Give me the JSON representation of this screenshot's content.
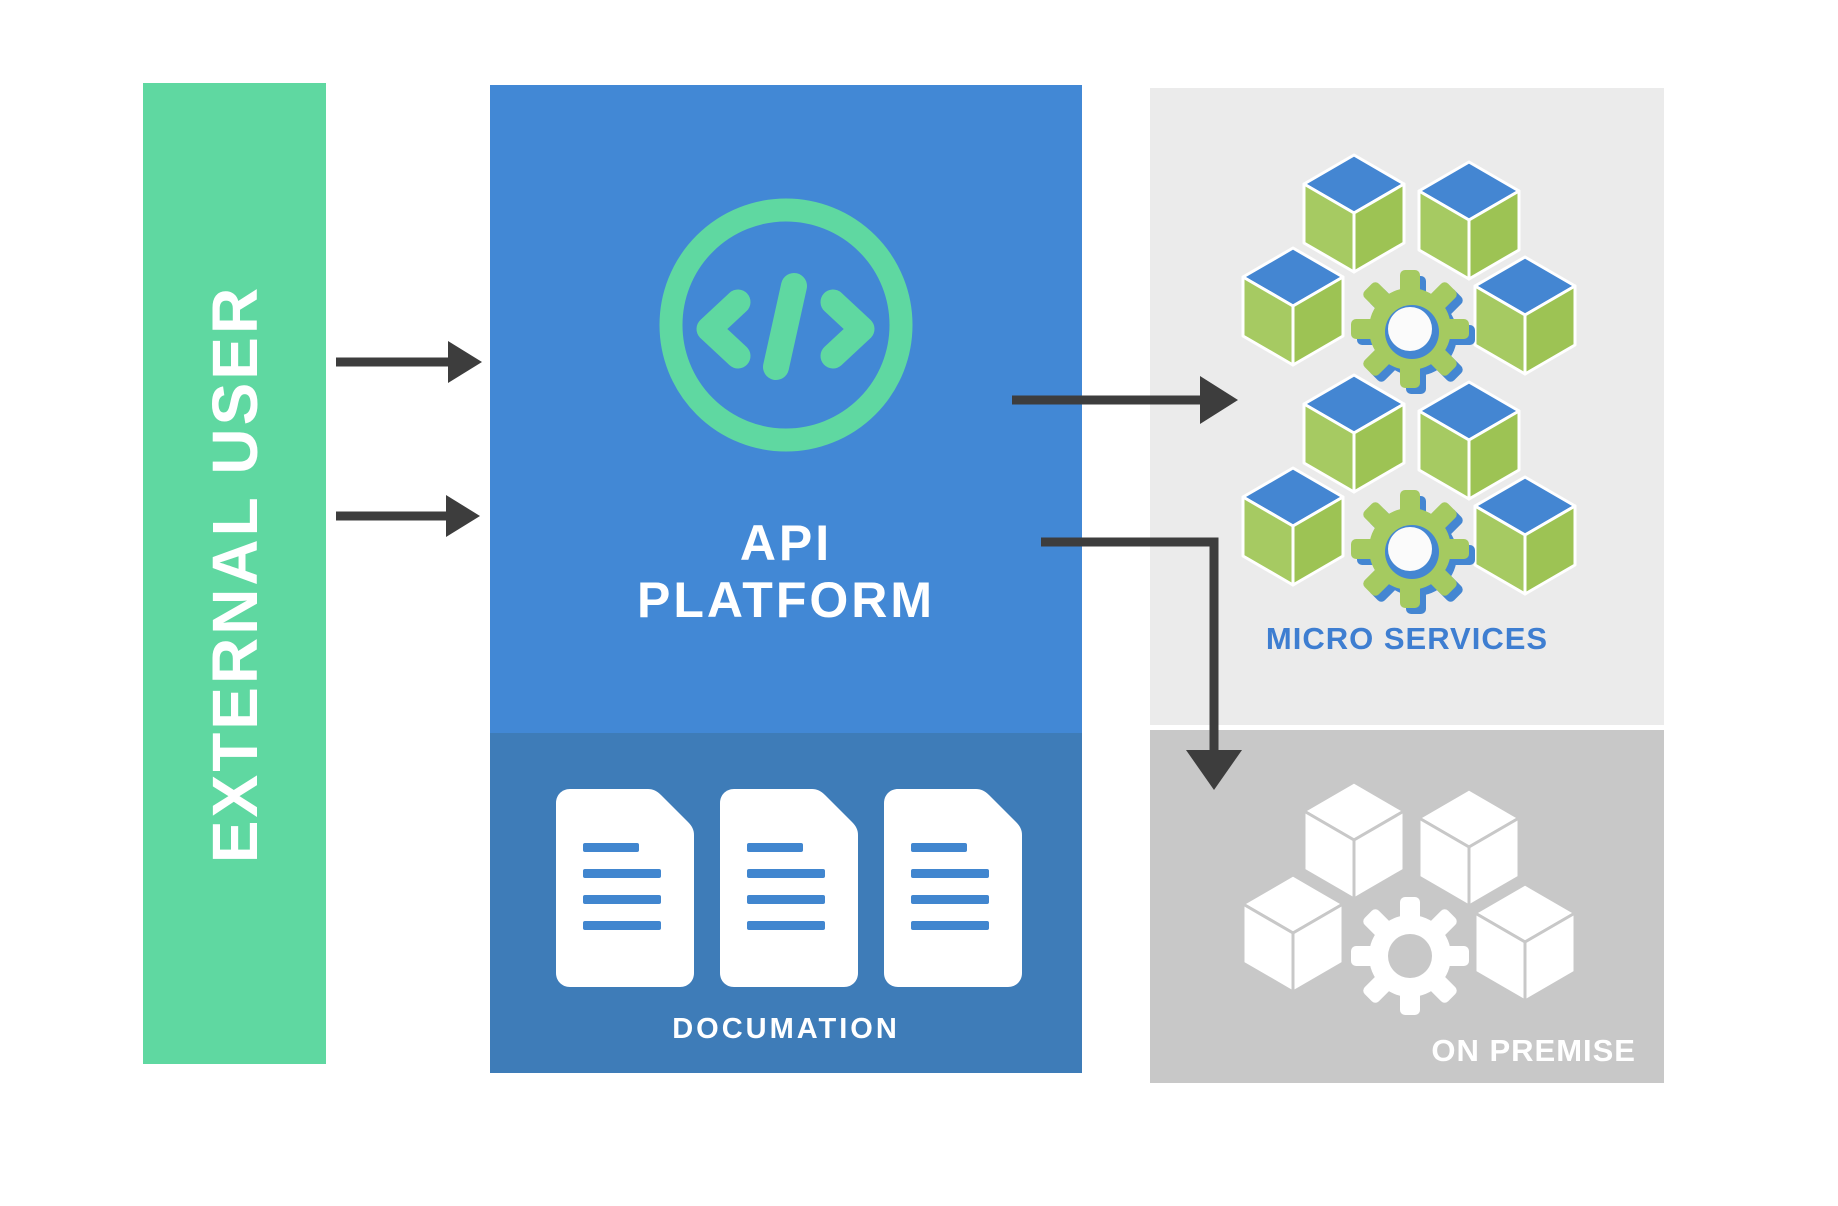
{
  "diagram": {
    "external_user": {
      "label": "EXTERNAL USER"
    },
    "api_platform": {
      "title_line1": "API",
      "title_line2": "PLATFORM"
    },
    "documentation": {
      "label": "DOCUMATION",
      "document_count": 3
    },
    "micro_services": {
      "label": "MICRO SERVICES",
      "cluster_count": 2
    },
    "on_premise": {
      "label": "ON PREMISE",
      "cluster_count": 1
    }
  },
  "icons": {
    "code": "code-brackets-icon",
    "document": "document-lines-icon",
    "cube": "isometric-cube-icon",
    "gear": "gear-icon",
    "arrow": "arrow-icon"
  },
  "colors": {
    "external_user_bg": "#5fd8a1",
    "api_platform_bg": "#4288d5",
    "documentation_bg": "#3e7cb8",
    "micro_services_bg": "#ebebeb",
    "on_premise_bg": "#c8c8c8",
    "micro_services_label": "#3e7ed1",
    "on_premise_label": "#ffffff",
    "panel_text": "#ffffff",
    "arrow": "#3d3d3d",
    "icon_green": "#5fd8a1",
    "cube_top_blue": "#4486d2",
    "cube_side_green": "#a4c95e",
    "doc_line_blue": "#4186cf"
  }
}
